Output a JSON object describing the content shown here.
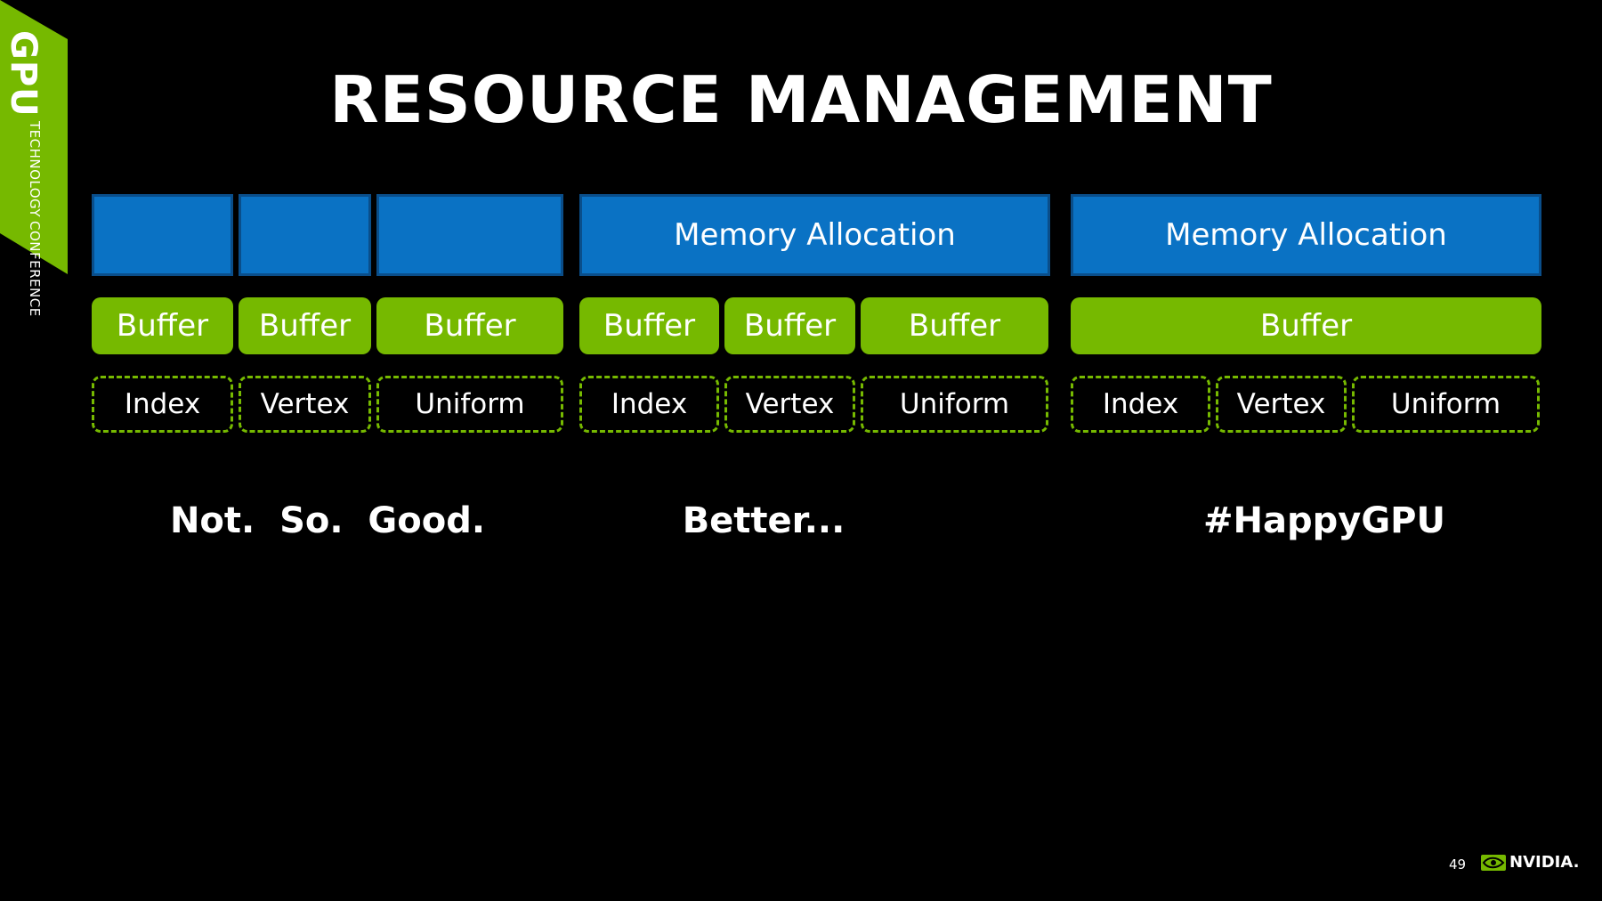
{
  "badge": {
    "gpu": "GPU",
    "line1": "TECHNOLOGY",
    "line2": "CONFERENCE"
  },
  "title": "RESOURCE MANAGEMENT",
  "groups": [
    {
      "memory": [
        "",
        "",
        ""
      ],
      "buffers": [
        "Buffer",
        "Buffer",
        "Buffer"
      ],
      "usages": [
        "Index",
        "Vertex",
        "Uniform"
      ],
      "caption": "Not.  So.  Good."
    },
    {
      "memory": [
        "Memory Allocation"
      ],
      "buffers": [
        "Buffer",
        "Buffer",
        "Buffer"
      ],
      "usages": [
        "Index",
        "Vertex",
        "Uniform"
      ],
      "caption": "Better..."
    },
    {
      "memory": [
        "Memory Allocation"
      ],
      "buffers": [
        "Buffer"
      ],
      "usages": [
        "Index",
        "Vertex",
        "Uniform"
      ],
      "caption": "#HappyGPU"
    }
  ],
  "footer": {
    "page_number": "49",
    "logo_text": "NVIDIA."
  },
  "colors": {
    "memory_blue": "#0a72c4",
    "buffer_green": "#76b900",
    "background": "#000000"
  }
}
